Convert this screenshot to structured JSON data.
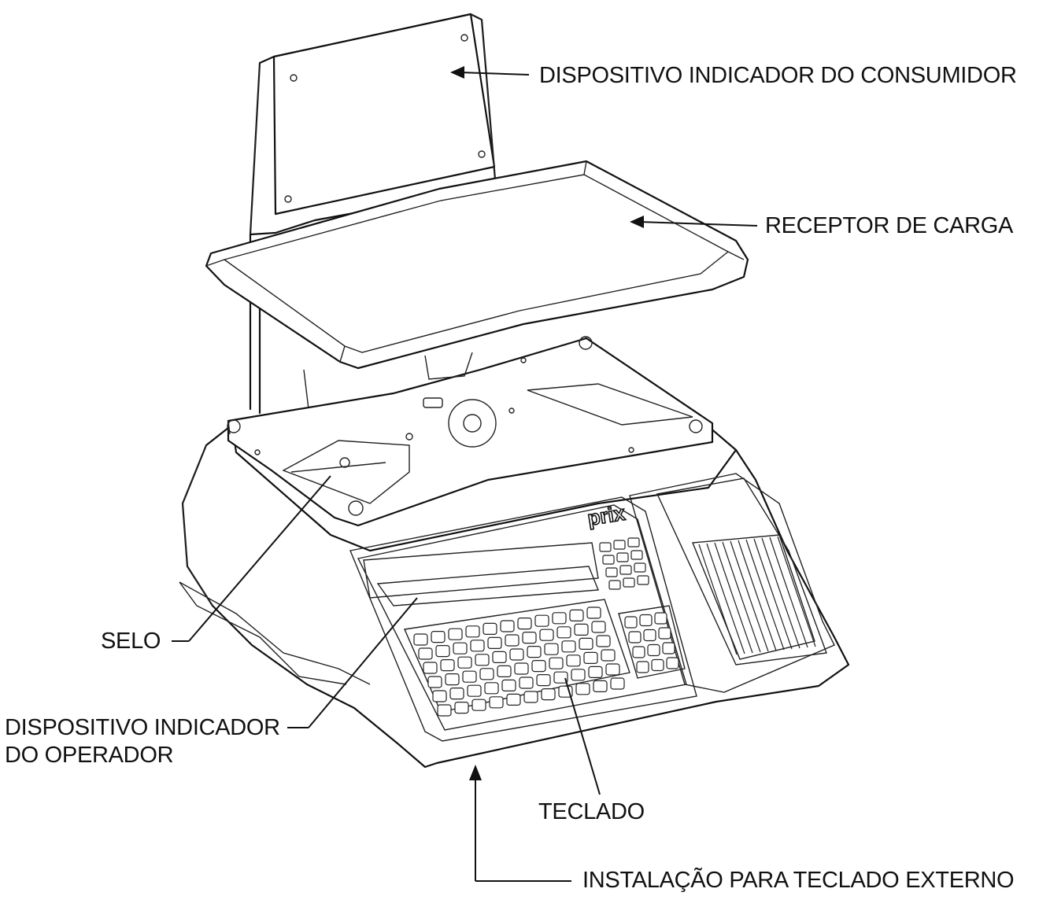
{
  "callouts": {
    "consumer_display": "DISPOSITIVO INDICADOR DO CONSUMIDOR",
    "load_receiver": "RECEPTOR DE CARGA",
    "seal": "SELO",
    "operator_display_line1": "DISPOSITIVO INDICADOR",
    "operator_display_line2": "DO OPERADOR",
    "keyboard": "TECLADO",
    "external_keyboard": "INSTALAÇÃO PARA TECLADO EXTERNO"
  },
  "brand_logo": "prix"
}
